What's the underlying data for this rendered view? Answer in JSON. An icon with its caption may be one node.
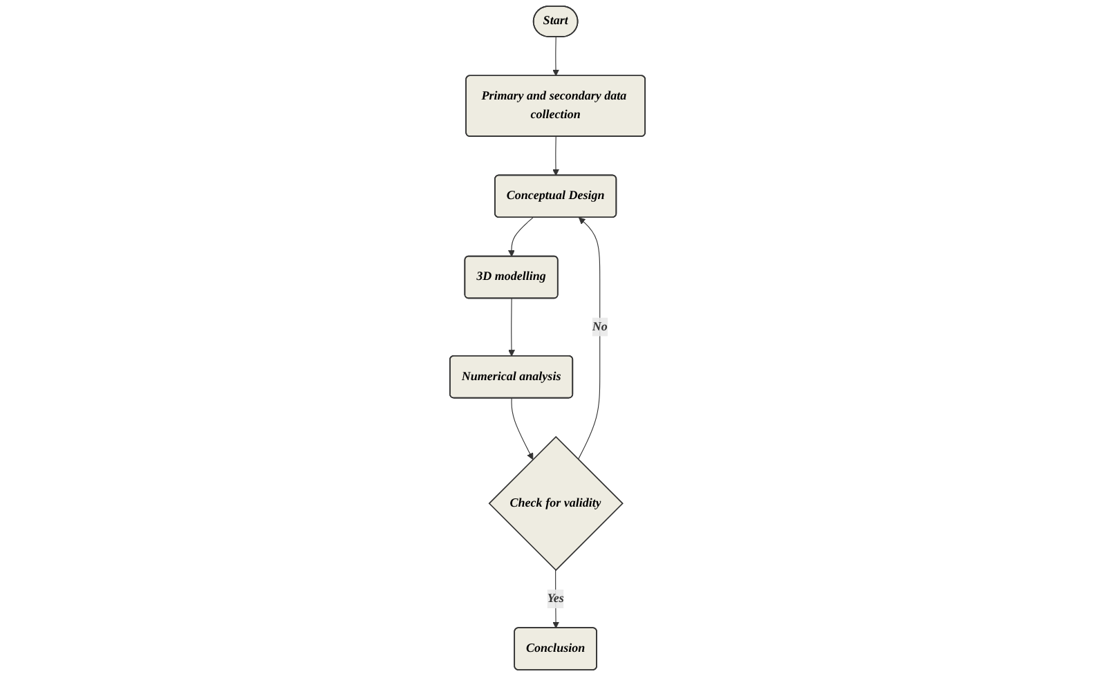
{
  "diagram": {
    "nodes": [
      {
        "text": [
          "Start"
        ]
      },
      {
        "text": [
          "Primary and secondary data collection"
        ]
      },
      {
        "text": [
          "Conceptual Design"
        ]
      },
      {
        "text": [
          "3D modelling"
        ]
      },
      {
        "text": [
          "Numerical analysis"
        ]
      },
      {
        "text": [
          "Check for validity"
        ]
      },
      {
        "text": [
          "Conclusion"
        ]
      }
    ],
    "edges": [
      {
        "from": 0,
        "to": 1,
        "arrow": "to"
      },
      {
        "from": 1,
        "to": 2,
        "arrow": "to"
      },
      {
        "from": 2,
        "to": 3,
        "arrow": "to"
      },
      {
        "from": 3,
        "to": 4,
        "arrow": "to"
      },
      {
        "from": 4,
        "to": 5,
        "arrow": "to"
      },
      {
        "from": 5,
        "to": 6,
        "label": "Yes",
        "arrow": "to"
      },
      {
        "from": 5,
        "to": 2,
        "label": "No",
        "arrow": "to"
      }
    ]
  }
}
